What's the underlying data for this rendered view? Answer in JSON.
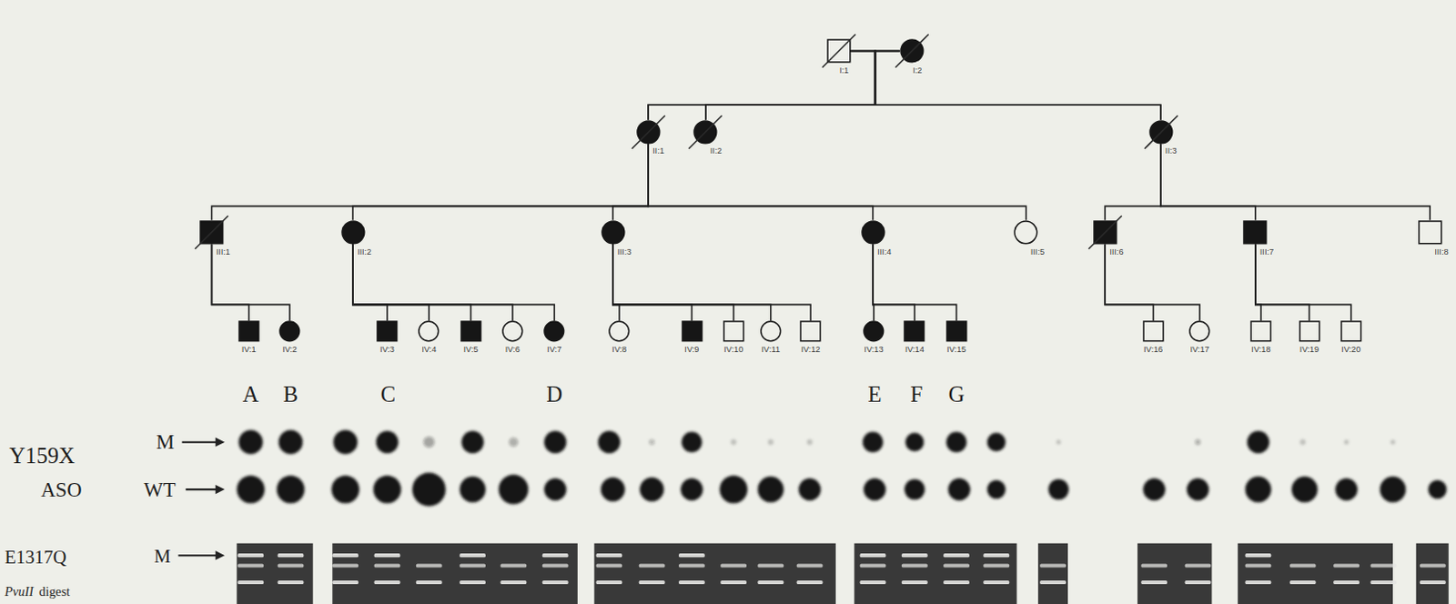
{
  "diagram": {
    "nodes": [
      {
        "text": [
          "I:1"
        ]
      },
      {
        "text": [
          "I:2"
        ]
      },
      {
        "text": [
          "II:1"
        ]
      },
      {
        "text": [
          "II:2"
        ]
      },
      {
        "text": [
          "II:3"
        ]
      },
      {
        "text": [
          "III:1"
        ]
      },
      {
        "text": [
          "III:2"
        ]
      },
      {
        "text": [
          "III:3"
        ]
      },
      {
        "text": [
          "III:4"
        ]
      },
      {
        "text": [
          "III:5"
        ]
      },
      {
        "text": [
          "III:6"
        ]
      },
      {
        "text": [
          "III:7"
        ]
      },
      {
        "text": [
          "III:8"
        ]
      },
      {
        "text": [
          "IV:1"
        ]
      },
      {
        "text": [
          "IV:2"
        ]
      },
      {
        "text": [
          "IV:3"
        ]
      },
      {
        "text": [
          "IV:4"
        ]
      },
      {
        "text": [
          "IV:5"
        ]
      },
      {
        "text": [
          "IV:6"
        ]
      },
      {
        "text": [
          "IV:7"
        ]
      },
      {
        "text": [
          "IV:8"
        ]
      },
      {
        "text": [
          "IV:9"
        ]
      },
      {
        "text": [
          "IV:10"
        ]
      },
      {
        "text": [
          "IV:11"
        ]
      },
      {
        "text": [
          "IV:12"
        ]
      },
      {
        "text": [
          "IV:13"
        ]
      },
      {
        "text": [
          "IV:14"
        ]
      },
      {
        "text": [
          "IV:15"
        ]
      },
      {
        "text": [
          "IV:16"
        ]
      },
      {
        "text": [
          "IV:17"
        ]
      },
      {
        "text": [
          "IV:18"
        ]
      },
      {
        "text": [
          "IV:19"
        ]
      },
      {
        "text": [
          "IV:20"
        ]
      }
    ],
    "edges": [
      {
        "from": 0,
        "to": 1,
        "arrow": "none"
      },
      {
        "from": 0,
        "to": 2,
        "arrow": "none"
      },
      {
        "from": 0,
        "to": 3,
        "arrow": "none"
      },
      {
        "from": 0,
        "to": 4,
        "arrow": "none"
      },
      {
        "from": 1,
        "to": 2,
        "arrow": "none"
      },
      {
        "from": 1,
        "to": 3,
        "arrow": "none"
      },
      {
        "from": 1,
        "to": 4,
        "arrow": "none"
      },
      {
        "from": 2,
        "to": 5,
        "arrow": "none"
      },
      {
        "from": 2,
        "to": 6,
        "arrow": "none"
      },
      {
        "from": 2,
        "to": 7,
        "arrow": "none"
      },
      {
        "from": 2,
        "to": 8,
        "arrow": "none"
      },
      {
        "from": 2,
        "to": 9,
        "arrow": "none"
      },
      {
        "from": 4,
        "to": 10,
        "arrow": "none"
      },
      {
        "from": 4,
        "to": 11,
        "arrow": "none"
      },
      {
        "from": 4,
        "to": 12,
        "arrow": "none"
      },
      {
        "from": 5,
        "to": 13,
        "arrow": "none"
      },
      {
        "from": 5,
        "to": 14,
        "arrow": "none"
      },
      {
        "from": 6,
        "to": 15,
        "arrow": "none"
      },
      {
        "from": 6,
        "to": 16,
        "arrow": "none"
      },
      {
        "from": 6,
        "to": 17,
        "arrow": "none"
      },
      {
        "from": 6,
        "to": 18,
        "arrow": "none"
      },
      {
        "from": 6,
        "to": 19,
        "arrow": "none"
      },
      {
        "from": 7,
        "to": 20,
        "arrow": "none"
      },
      {
        "from": 7,
        "to": 21,
        "arrow": "none"
      },
      {
        "from": 7,
        "to": 22,
        "arrow": "none"
      },
      {
        "from": 7,
        "to": 23,
        "arrow": "none"
      },
      {
        "from": 7,
        "to": 24,
        "arrow": "none"
      },
      {
        "from": 8,
        "to": 25,
        "arrow": "none"
      },
      {
        "from": 8,
        "to": 26,
        "arrow": "none"
      },
      {
        "from": 8,
        "to": 27,
        "arrow": "none"
      },
      {
        "from": 10,
        "to": 28,
        "arrow": "none"
      },
      {
        "from": 10,
        "to": 29,
        "arrow": "none"
      },
      {
        "from": 11,
        "to": 30,
        "arrow": "none"
      },
      {
        "from": 11,
        "to": 31,
        "arrow": "none"
      },
      {
        "from": 11,
        "to": 32,
        "arrow": "none"
      }
    ],
    "labels": [
      "A",
      "B",
      "C",
      "D",
      "E",
      "F",
      "G",
      "Y159X",
      "M",
      "ASO",
      "WT",
      "E1317Q",
      "M",
      "PvuII",
      "digest"
    ]
  }
}
